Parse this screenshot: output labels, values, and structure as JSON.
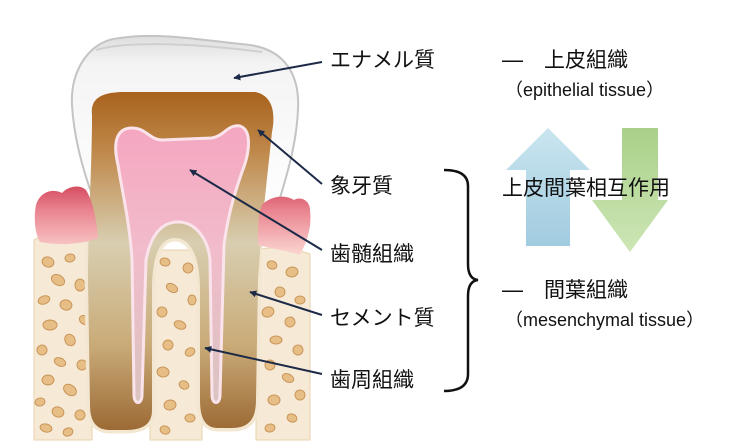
{
  "diagram": {
    "labels": {
      "enamel": "エナメル質",
      "dentin": "象牙質",
      "pulp": "歯髄組織",
      "cementum": "セメント質",
      "periodontium": "歯周組織"
    },
    "epithelial": {
      "title": "―　上皮組織",
      "english": "（epithelial tissue）"
    },
    "interaction": "上皮間葉相互作用",
    "mesenchymal": {
      "title": "―　間葉組織",
      "english": "（mesenchymal tissue）"
    }
  },
  "colors": {
    "pointer": "#1c2a48",
    "arrow_up": "#a9d2e6",
    "arrow_down": "#b3d795",
    "gum": "#d9566a",
    "pulp": "#f5aac3",
    "dentin": "#a8611c",
    "bone": "#f6ead6"
  }
}
